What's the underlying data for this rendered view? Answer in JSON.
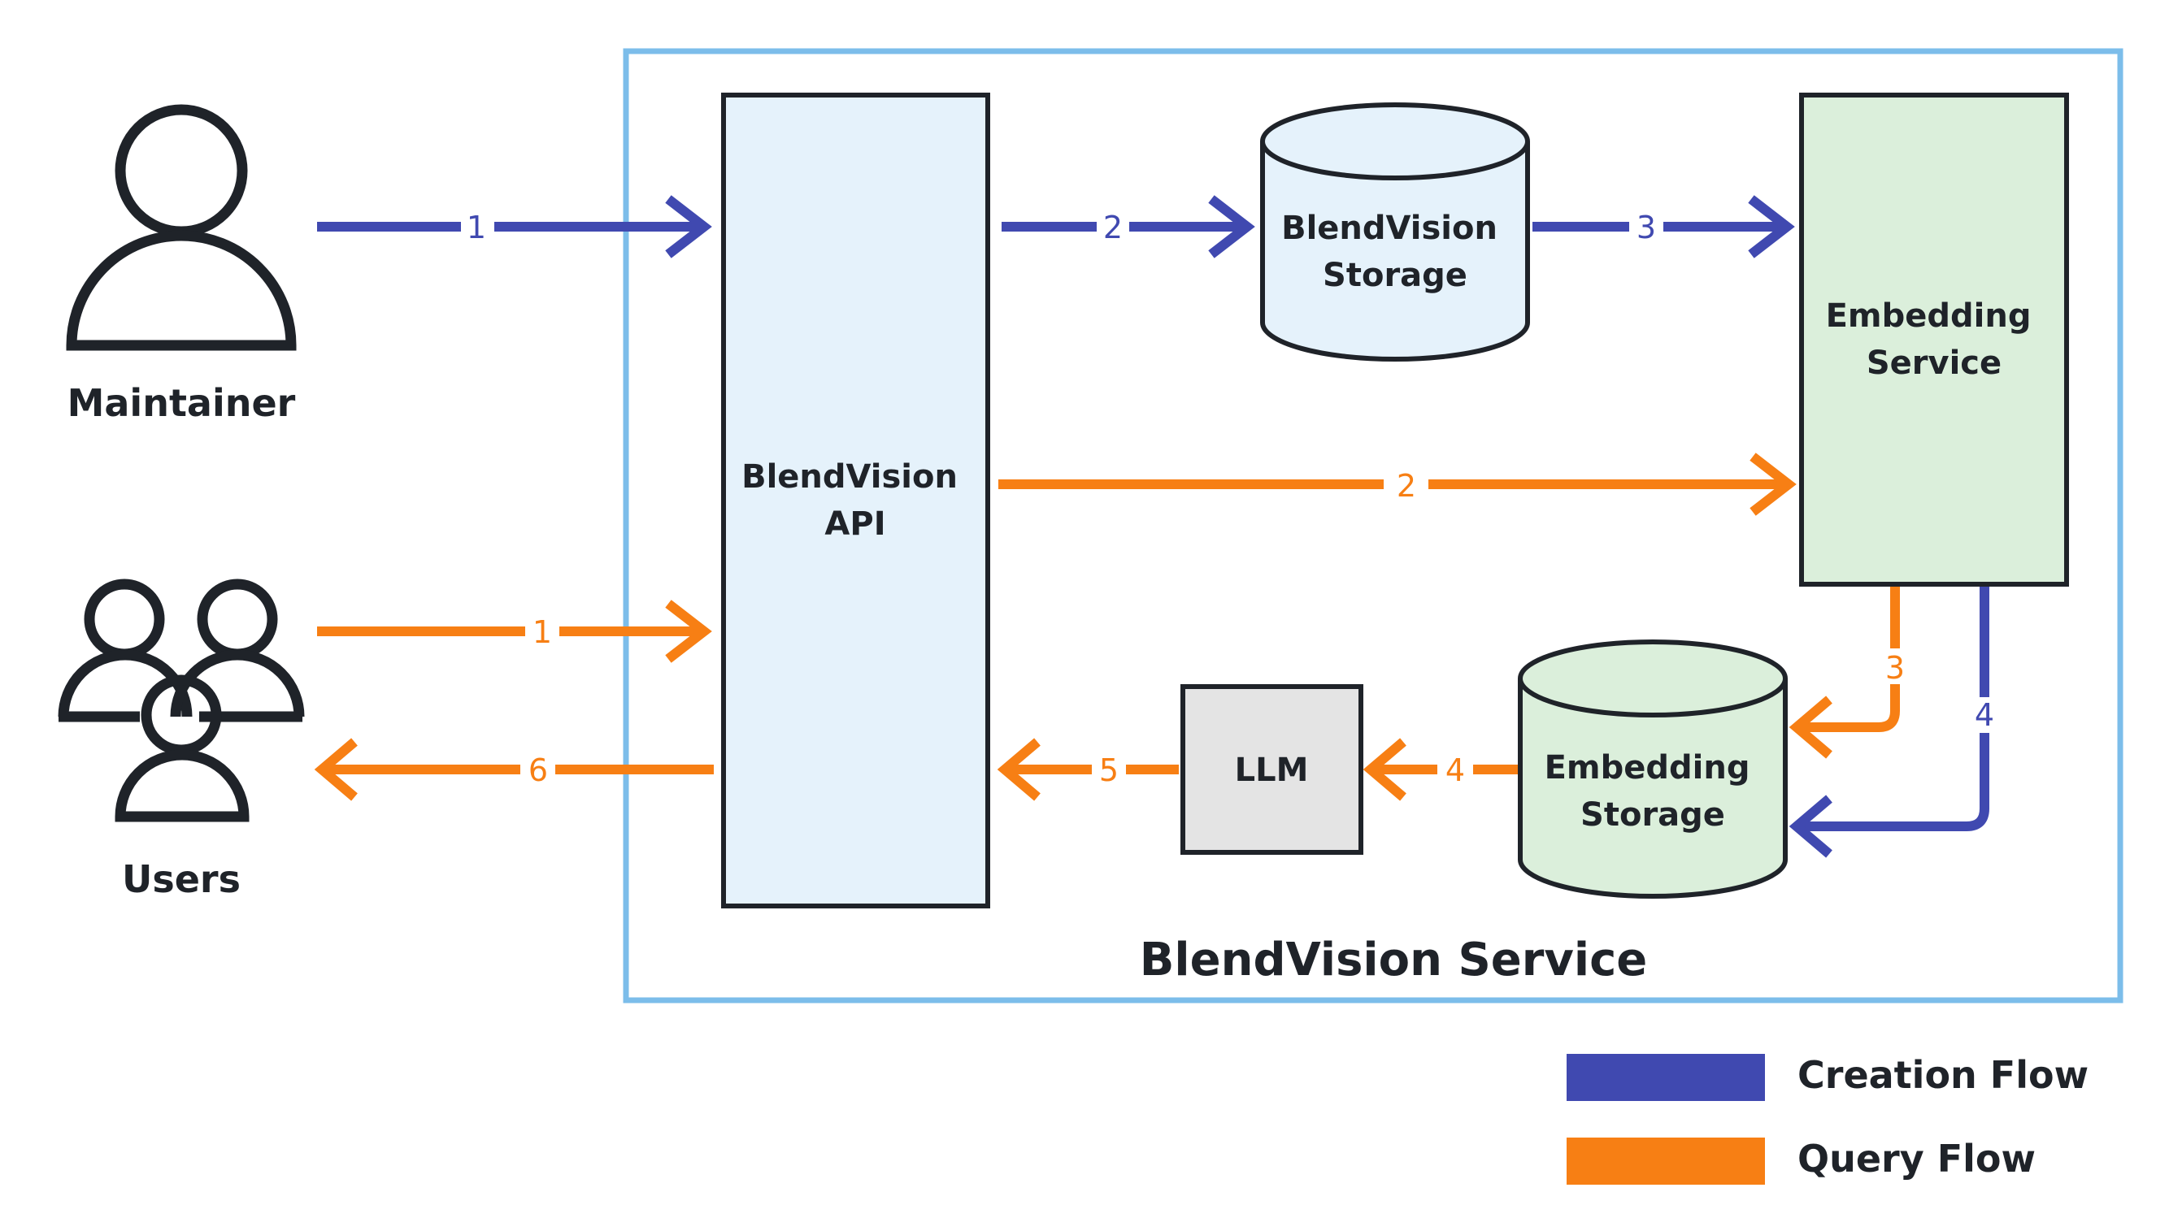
{
  "actors": {
    "maintainer": "Maintainer",
    "users": "Users"
  },
  "service": {
    "title": "BlendVision Service"
  },
  "components": {
    "api": [
      "BlendVision",
      "API"
    ],
    "storage": [
      "BlendVision",
      "Storage"
    ],
    "embedding_service": [
      "Embedding",
      "Service"
    ],
    "embedding_storage": [
      "Embedding",
      "Storage"
    ],
    "llm": "LLM"
  },
  "flows": {
    "creation": {
      "color": "#4049b0",
      "steps": [
        "1",
        "2",
        "3",
        "4"
      ]
    },
    "query": {
      "color": "#f77f14",
      "steps": [
        "1",
        "2",
        "3",
        "4",
        "5",
        "6"
      ]
    }
  },
  "legend": {
    "creation_label": "Creation Flow",
    "query_label": "Query Flow"
  },
  "colors": {
    "service_border": "#7cbdea",
    "api_fill": "#e5f2fb",
    "storage_fill": "#e5f2fb",
    "embedding_fill": "#dbefdb",
    "llm_fill": "#e4e4e4",
    "outline": "#1f2329"
  }
}
